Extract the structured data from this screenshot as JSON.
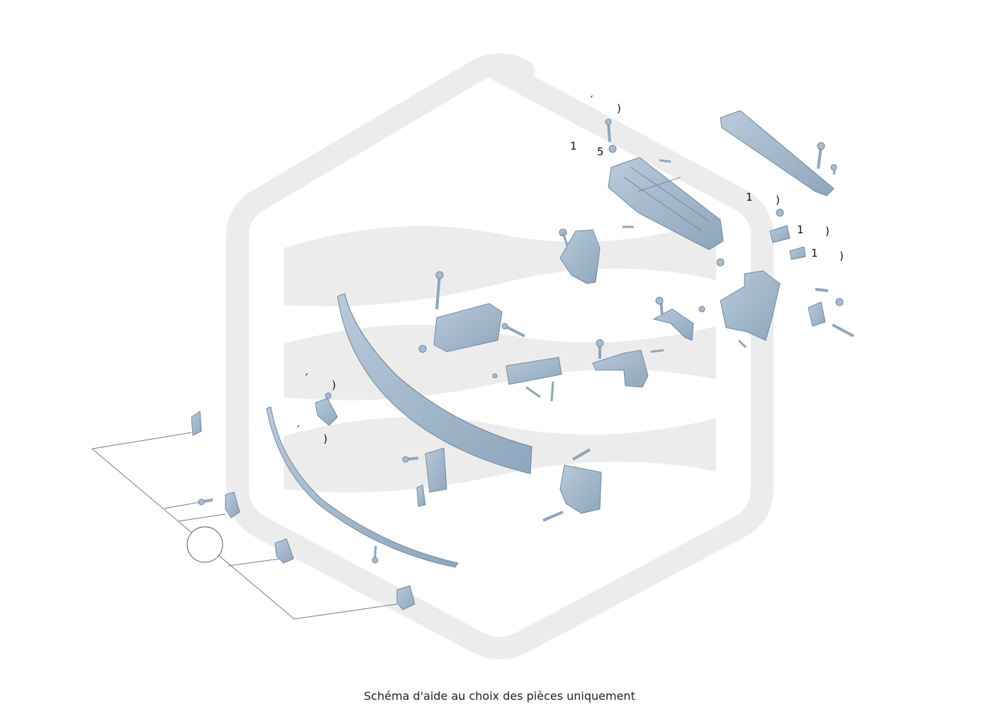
{
  "caption": "Schéma d'aide au choix des pièces uniquement",
  "watermark": {
    "name": "brand-hexagon-watermark",
    "color": "#ececec"
  },
  "colors": {
    "part_fill": "#a8bccf",
    "part_edge": "#6f889f",
    "part_shadow": "#8aa2b8",
    "leader": "#7a7a7a"
  },
  "callouts": [
    {
      "id": "c1",
      "text": "´"
    },
    {
      "id": "c2",
      "text": ")"
    },
    {
      "id": "c3",
      "text": "1"
    },
    {
      "id": "c4",
      "text": "5"
    },
    {
      "id": "c5",
      "text": "1"
    },
    {
      "id": "c6",
      "text": ")"
    },
    {
      "id": "c7",
      "text": "1"
    },
    {
      "id": "c8",
      "text": ")"
    },
    {
      "id": "c9",
      "text": "1"
    },
    {
      "id": "c10",
      "text": ")"
    },
    {
      "id": "c11",
      "text": "´"
    },
    {
      "id": "c12",
      "text": ")"
    },
    {
      "id": "c13",
      "text": "´"
    },
    {
      "id": "c14",
      "text": ")"
    }
  ]
}
